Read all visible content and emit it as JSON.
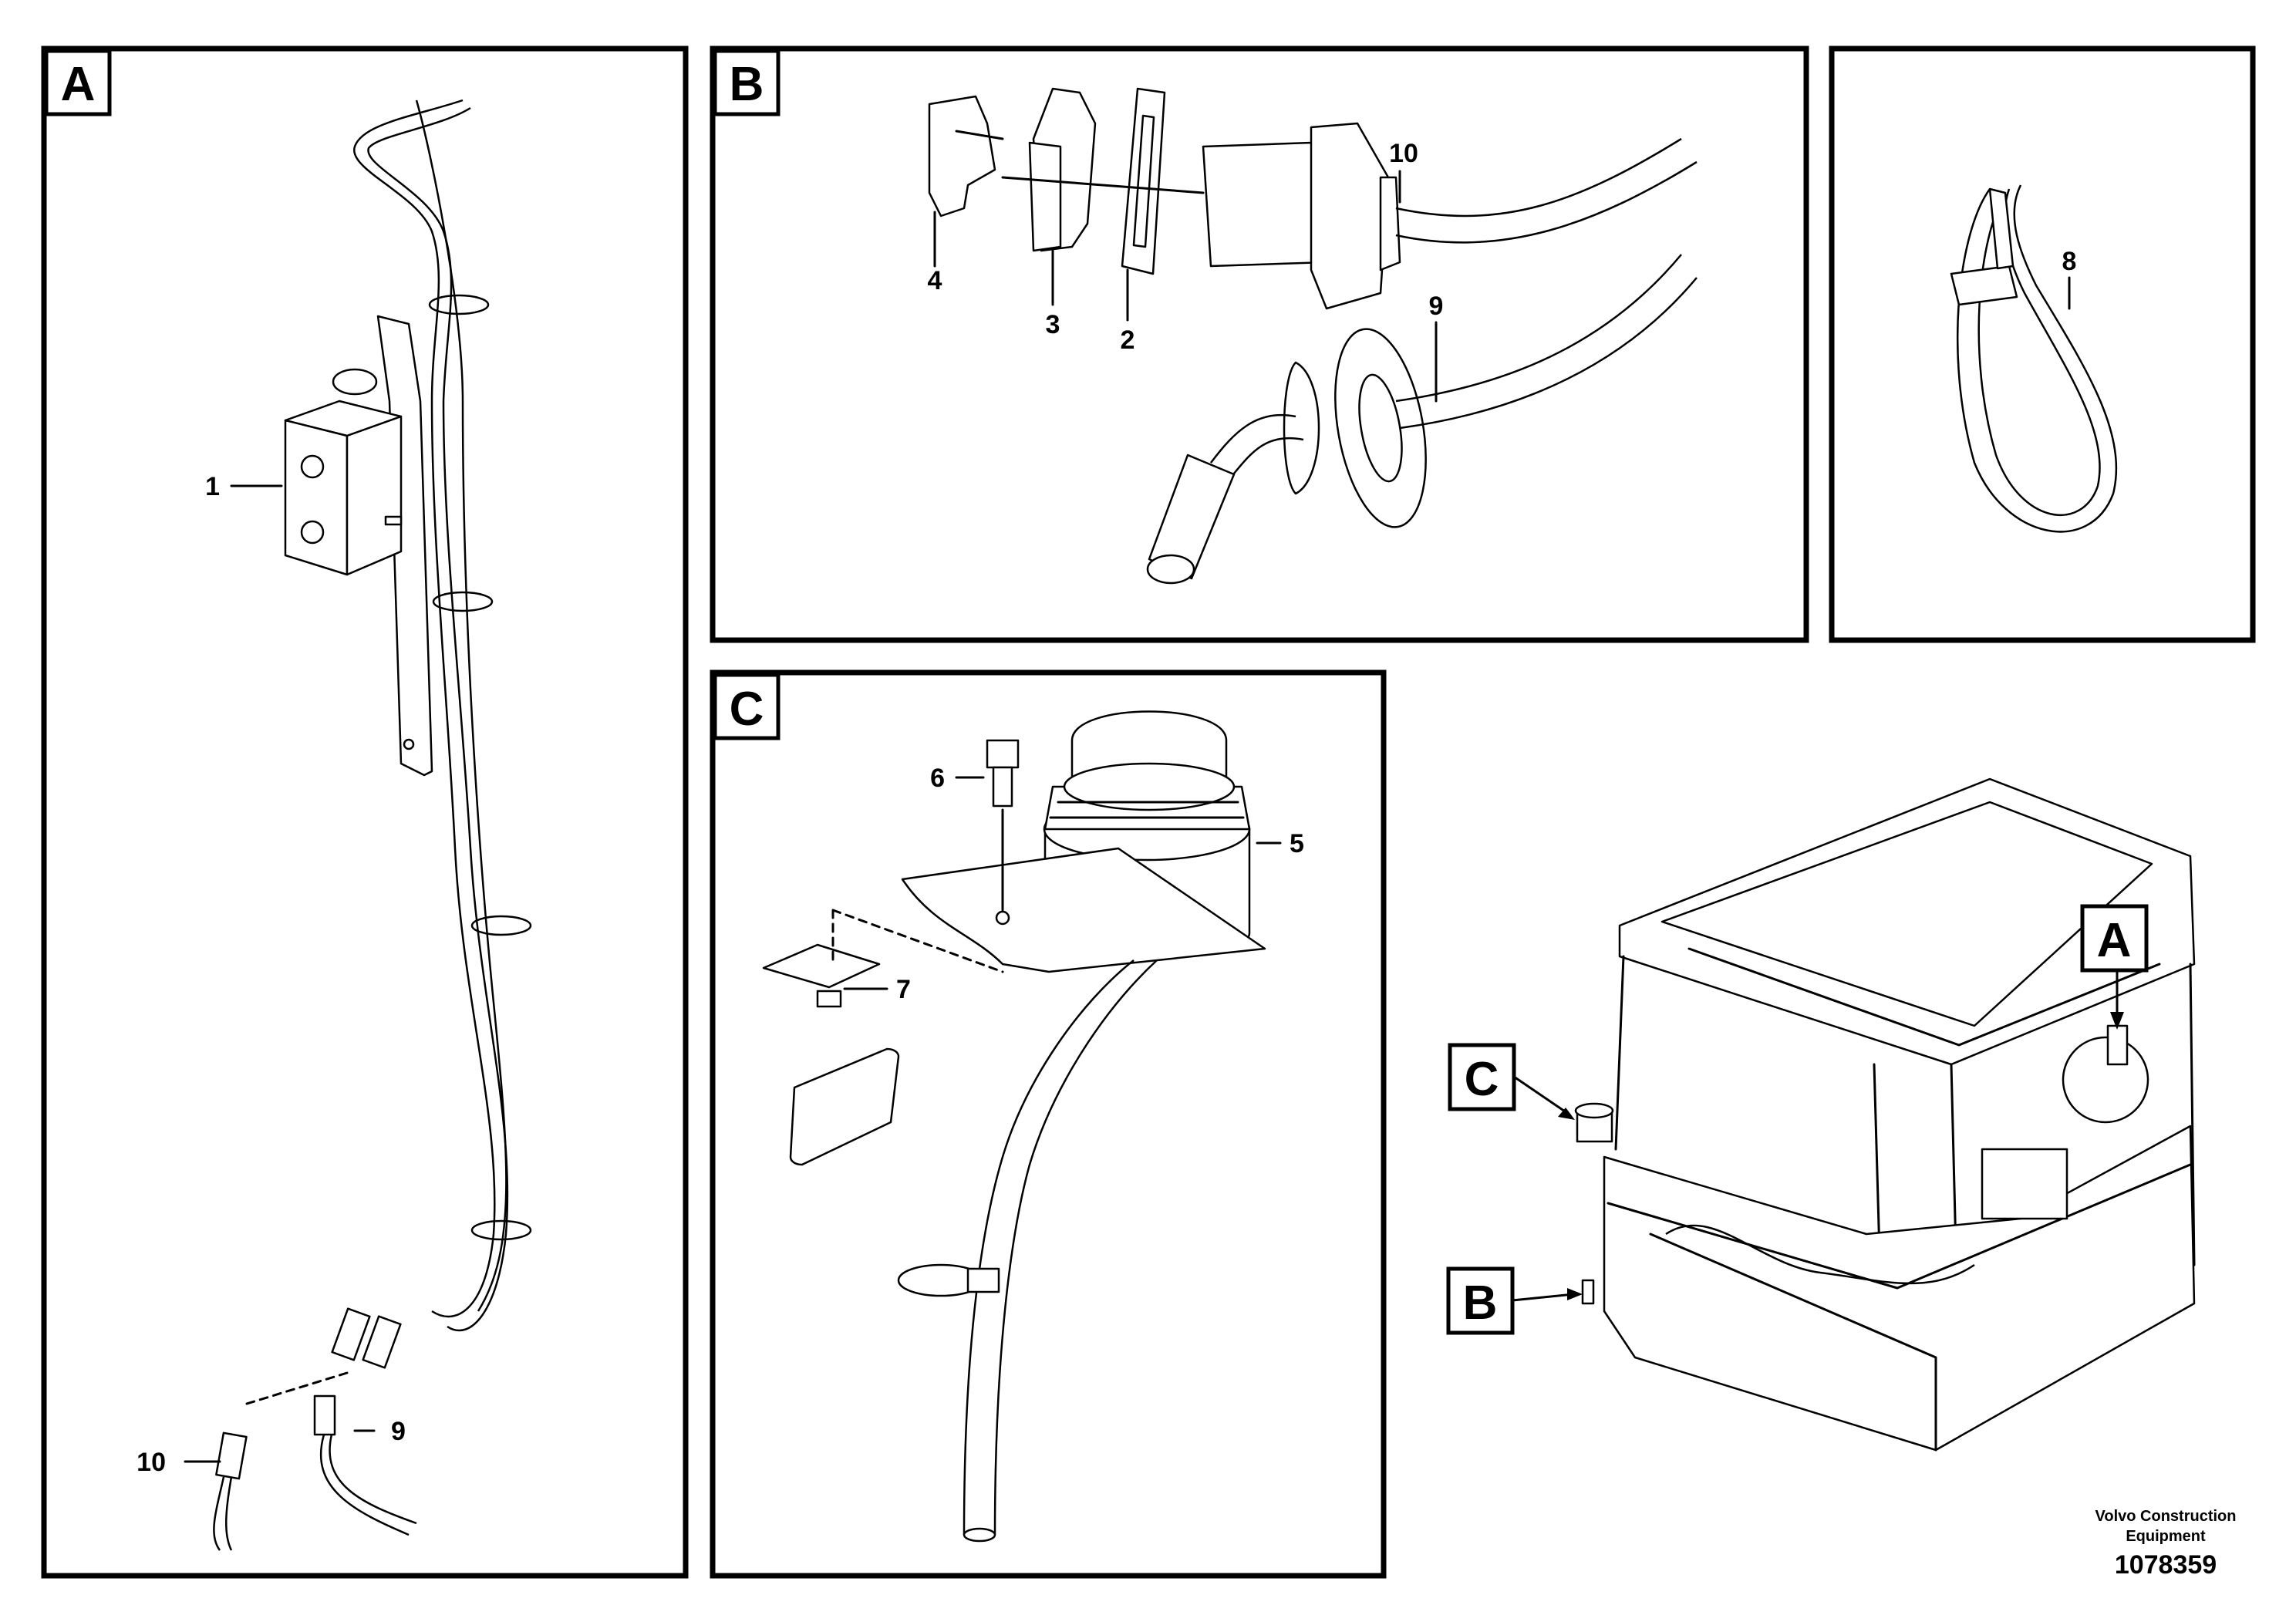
{
  "panels": {
    "a": {
      "tag": "A"
    },
    "b": {
      "tag": "B"
    },
    "c": {
      "tag": "C"
    }
  },
  "callouts": {
    "p1": "1",
    "p2": "2",
    "p3": "3",
    "p4": "4",
    "p5": "5",
    "p6": "6",
    "p7": "7",
    "p8": "8",
    "p9": "9",
    "p10": "10"
  },
  "overview_tags": {
    "a": "A",
    "b": "B",
    "c": "C"
  },
  "footer": {
    "company_line1": "Volvo Construction",
    "company_line2": "Equipment",
    "figure_number": "1078359"
  }
}
